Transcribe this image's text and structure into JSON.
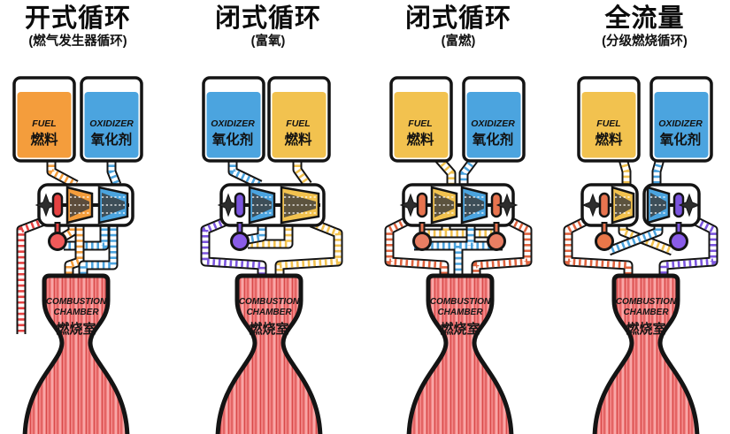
{
  "colors": {
    "outline": "#141414",
    "fuel_orange": "#F49D3C",
    "fuel_gold": "#F2C24F",
    "oxidizer_blue": "#4BA4DF",
    "turbine_exhaust_red": "#E64242",
    "fuel_rich_gas_rust": "#E0633E",
    "oxygen_rich_gas_purple": "#7B55DE",
    "preburner_salmon": "#E8744F",
    "plume_pink": "#F28585"
  },
  "columns": [
    {
      "id": "open-cycle",
      "title": "开式循环",
      "subtitle": "(燃气发生器循环)",
      "tank_left": {
        "label_en": "FUEL",
        "label_zh": "燃料"
      },
      "tank_right": {
        "label_en": "OXIDIZER",
        "label_zh": "氧化剂"
      },
      "chamber": {
        "line1": "COMBUSTION",
        "line2": "CHAMBER",
        "line3": "燃烧室"
      }
    },
    {
      "id": "closed-cycle-oxygen-rich",
      "title": "闭式循环",
      "subtitle": "(富氧)",
      "tank_left": {
        "label_en": "OXIDIZER",
        "label_zh": "氧化剂"
      },
      "tank_right": {
        "label_en": "FUEL",
        "label_zh": "燃料"
      },
      "chamber": {
        "line1": "COMBUSTION",
        "line2": "CHAMBER",
        "line3": "燃烧室"
      }
    },
    {
      "id": "closed-cycle-fuel-rich",
      "title": "闭式循环",
      "subtitle": "(富燃)",
      "tank_left": {
        "label_en": "FUEL",
        "label_zh": "燃料"
      },
      "tank_right": {
        "label_en": "OXIDIZER",
        "label_zh": "氧化剂"
      },
      "chamber": {
        "line1": "COMBUSTION",
        "line2": "CHAMBER",
        "line3": "燃烧室"
      }
    },
    {
      "id": "full-flow-staged-combustion",
      "title": "全流量",
      "subtitle": "(分级燃烧循环)",
      "tank_left": {
        "label_en": "FUEL",
        "label_zh": "燃料"
      },
      "tank_right": {
        "label_en": "OXIDIZER",
        "label_zh": "氧化剂"
      },
      "chamber": {
        "line1": "COMBUSTION",
        "line2": "CHAMBER",
        "line3": "燃烧室"
      }
    }
  ]
}
